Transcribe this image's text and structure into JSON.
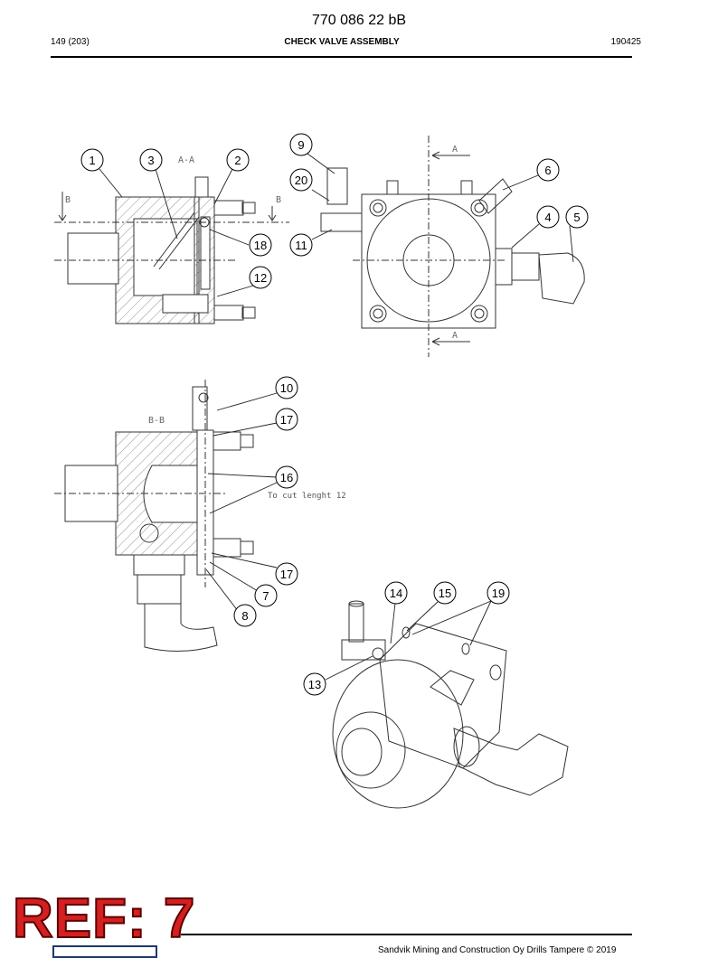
{
  "header": {
    "doc_number": "770 086 22 bB",
    "page": "149 (203)",
    "title": "CHECK VALVE ASSEMBLY",
    "date": "190425"
  },
  "drawing": {
    "section_labels": {
      "aa": "A-A",
      "bb": "B-B",
      "a": "A",
      "b": "B"
    },
    "note": "To cut lenght 12",
    "callouts": {
      "c1": "1",
      "c2": "2",
      "c3": "3",
      "c4": "4",
      "c5": "5",
      "c6": "6",
      "c7": "7",
      "c8": "8",
      "c9": "9",
      "c10": "10",
      "c11": "11",
      "c12": "12",
      "c13": "13",
      "c14": "14",
      "c15": "15",
      "c16": "16",
      "c17a": "17",
      "c17b": "17",
      "c18": "18",
      "c19": "19",
      "c20": "20"
    }
  },
  "stamp": {
    "text": "REF: 7",
    "color": "#d42020"
  },
  "footer": {
    "text": "Sandvik Mining and Construction Oy Drills Tampere © 2019"
  }
}
